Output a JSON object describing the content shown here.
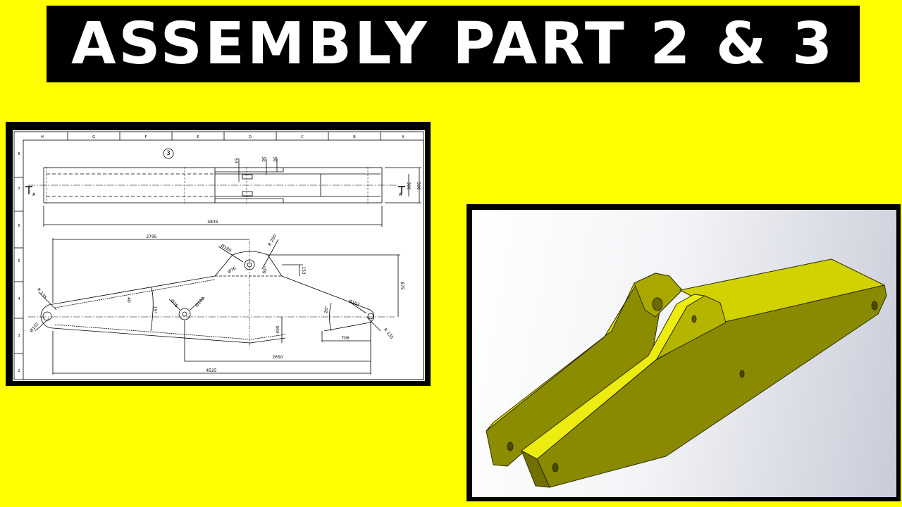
{
  "title": "ASSEMBLY PART 2 & 3",
  "drawing": {
    "part_number": "3",
    "columns": [
      "H",
      "G",
      "F",
      "E",
      "D",
      "C",
      "B",
      "A"
    ],
    "rows": [
      "8",
      "7",
      "6",
      "5",
      "4",
      "3",
      "2"
    ],
    "section_label": "A",
    "top_view": {
      "overall_length": "4835",
      "height_outer": "506",
      "height_inner": "306",
      "dim_53": "53",
      "dim_50a": "50",
      "dim_50b": "50"
    },
    "side_view": {
      "dim_2795": "2795",
      "dim_r200": "R 200",
      "dim_d180_top": "Ø180",
      "dim_d76_top": "Ø76",
      "dim_65": "65°",
      "dim_153": "153",
      "dim_875": "875",
      "dim_r135_left": "R 135",
      "dim_d102_left": "Ø102",
      "dim_40": "40",
      "dim_15": "15°",
      "dim_d76_mid": "Ø76",
      "dim_d180_mid": "Ø180",
      "dim_26": "26°",
      "dim_d102_right": "Ø102",
      "dim_r135_right": "R 135",
      "dim_400": "400",
      "dim_706": "706",
      "dim_2650": "2650",
      "dim_4525": "4525"
    }
  },
  "render": {
    "colors": {
      "top": "#d8d800",
      "bright": "#eeee10",
      "side": "#8c8c00",
      "end": "#a8a800",
      "edge": "#3a3a00"
    }
  }
}
